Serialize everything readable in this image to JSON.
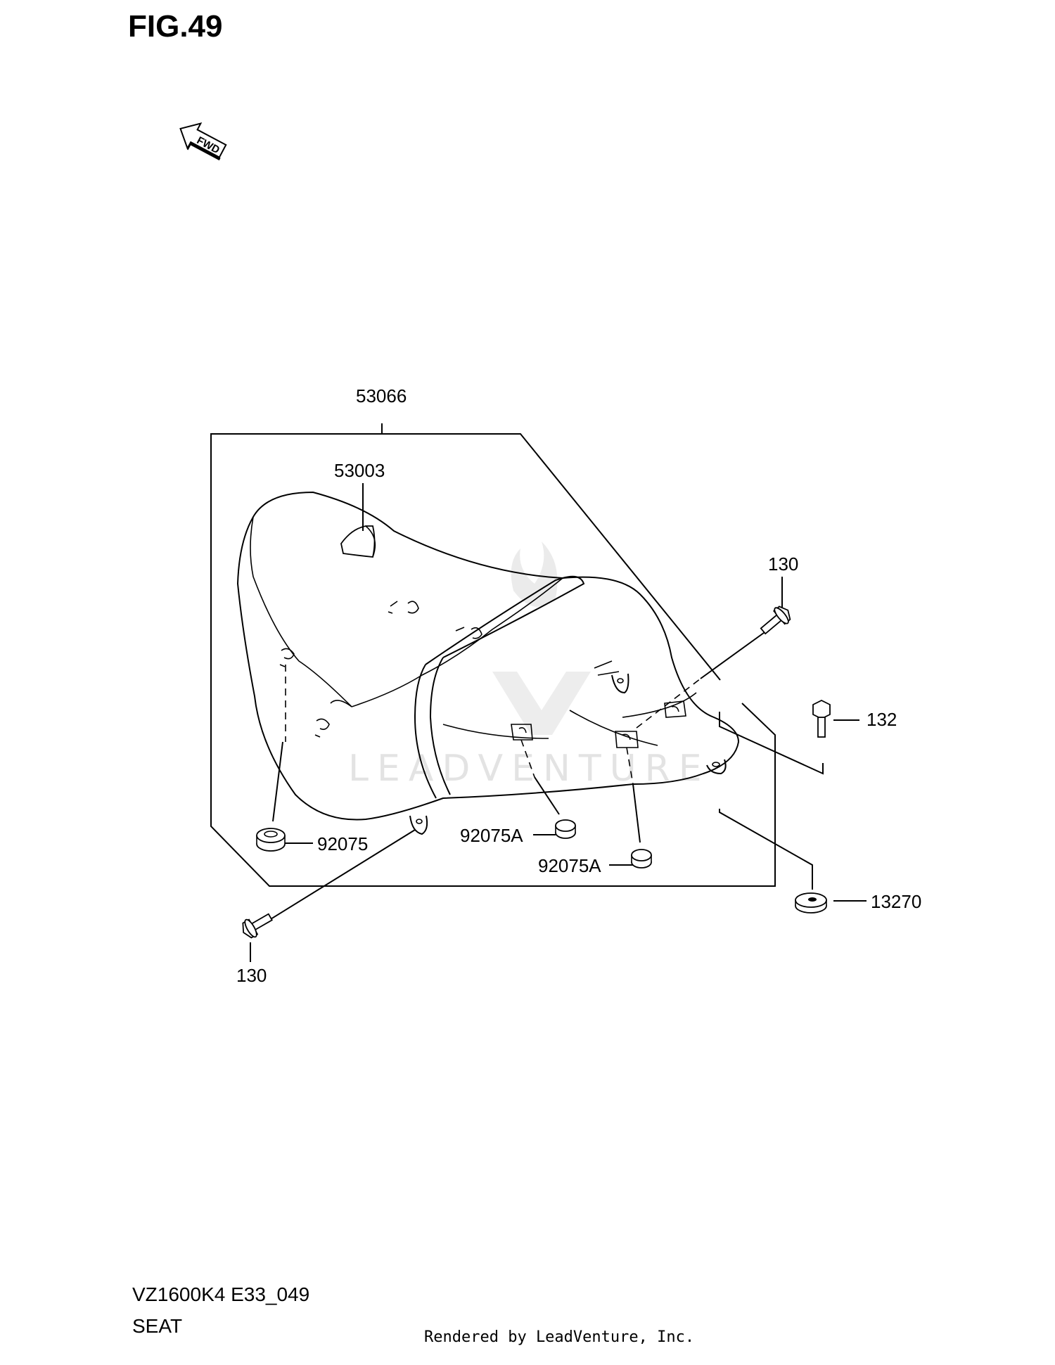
{
  "figure": {
    "title": "FIG.49"
  },
  "fwd_arrow": {
    "label": "FWD",
    "icon": "forward-arrow-icon"
  },
  "watermark": {
    "text": "LEADVENTURE"
  },
  "callouts": {
    "seat_assembly": "53066",
    "seat_label": "53003",
    "bolt_upper": "130",
    "bolt_lower": "130",
    "bolt_small": "132",
    "grommet_left": "92075",
    "grommet_mid": "92075A",
    "grommet_right": "92075A",
    "washer": "13270"
  },
  "footer": {
    "model": "VZ1600K4 E33_049",
    "section": "SEAT",
    "rendered_by": "Rendered by LeadVenture, Inc."
  }
}
